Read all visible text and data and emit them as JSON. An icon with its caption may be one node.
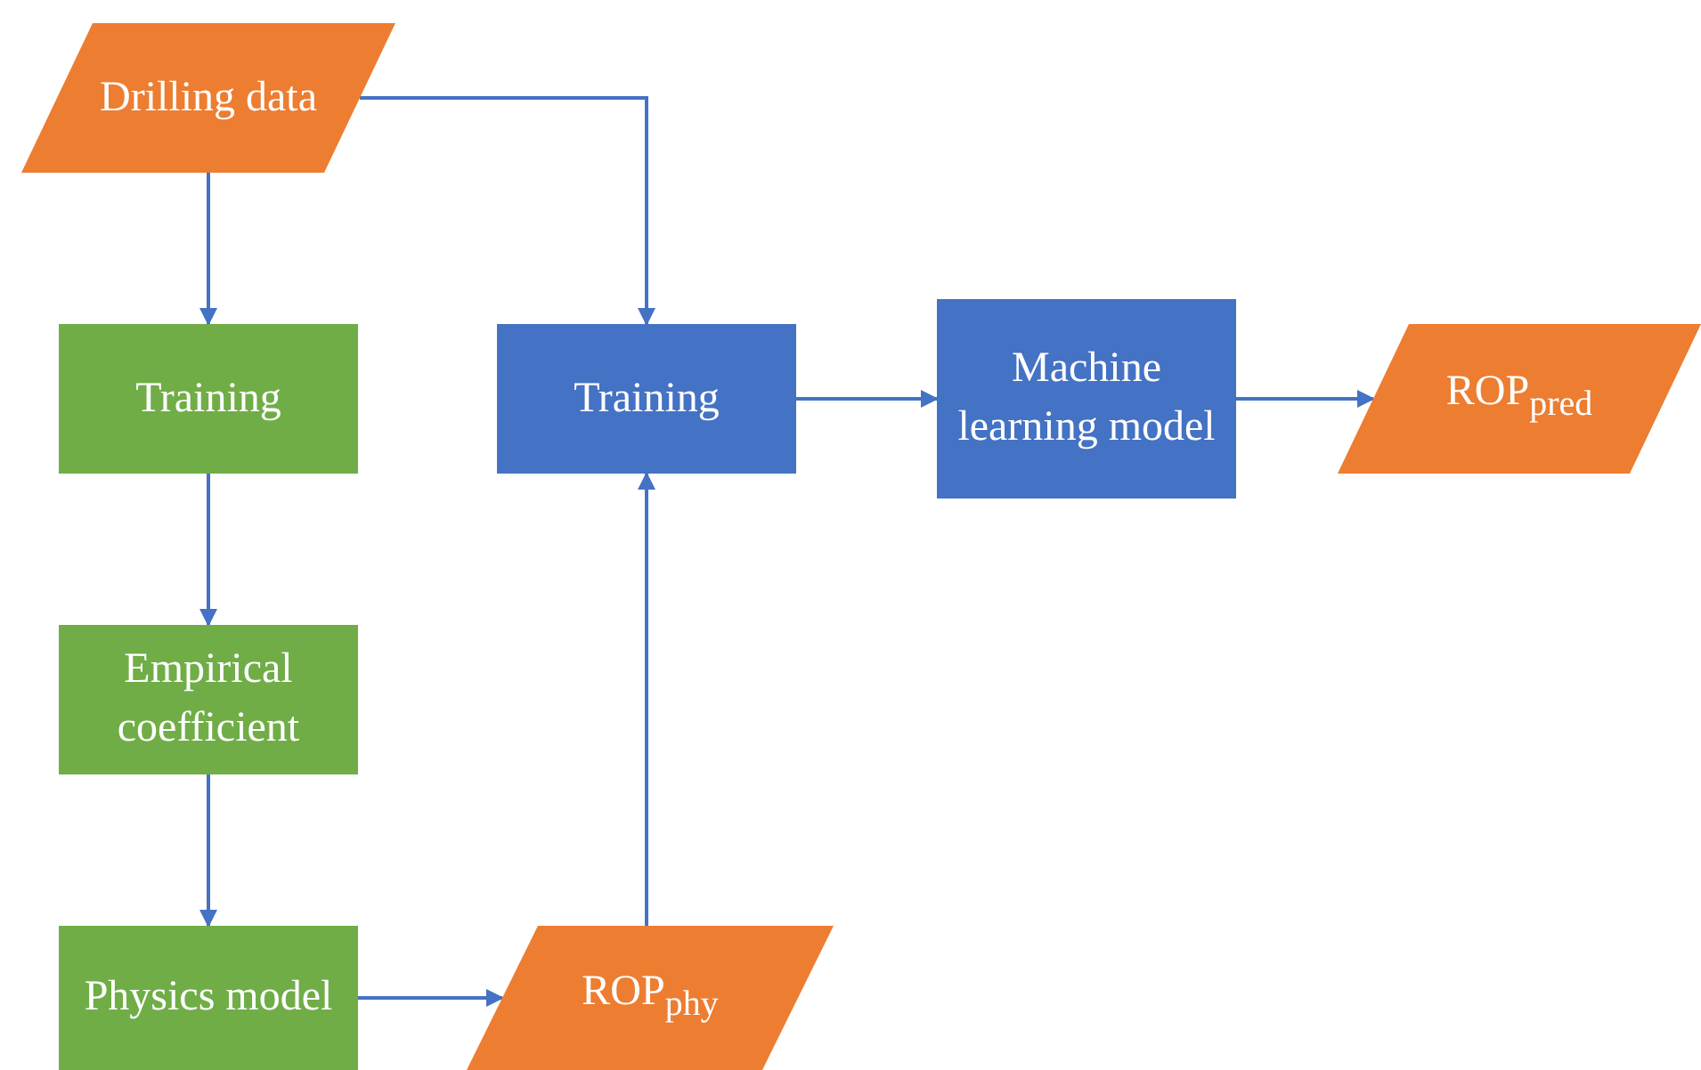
{
  "diagram": {
    "nodes": [
      {
        "text": [
          "Drilling data"
        ]
      },
      {
        "text": [
          "Training"
        ]
      },
      {
        "text": [
          "Empirical coefficient"
        ]
      },
      {
        "text": [
          "Physics model"
        ]
      },
      {
        "text": [
          "ROP$_{phy}$"
        ]
      },
      {
        "text": [
          "Training"
        ]
      },
      {
        "text": [
          "Machine learning model"
        ]
      },
      {
        "text": [
          "ROP$_{pred}$"
        ]
      }
    ],
    "edges": [
      {
        "from": 0,
        "to": 1,
        "arrow": "to"
      },
      {
        "from": 0,
        "to": 5,
        "arrow": "to"
      },
      {
        "from": 1,
        "to": 2,
        "arrow": "to"
      },
      {
        "from": 2,
        "to": 3,
        "arrow": "to"
      },
      {
        "from": 3,
        "to": 4,
        "arrow": "to"
      },
      {
        "from": 4,
        "to": 5,
        "arrow": "to"
      },
      {
        "from": 5,
        "to": 6,
        "arrow": "to"
      },
      {
        "from": 6,
        "to": 7,
        "arrow": "to"
      }
    ]
  }
}
